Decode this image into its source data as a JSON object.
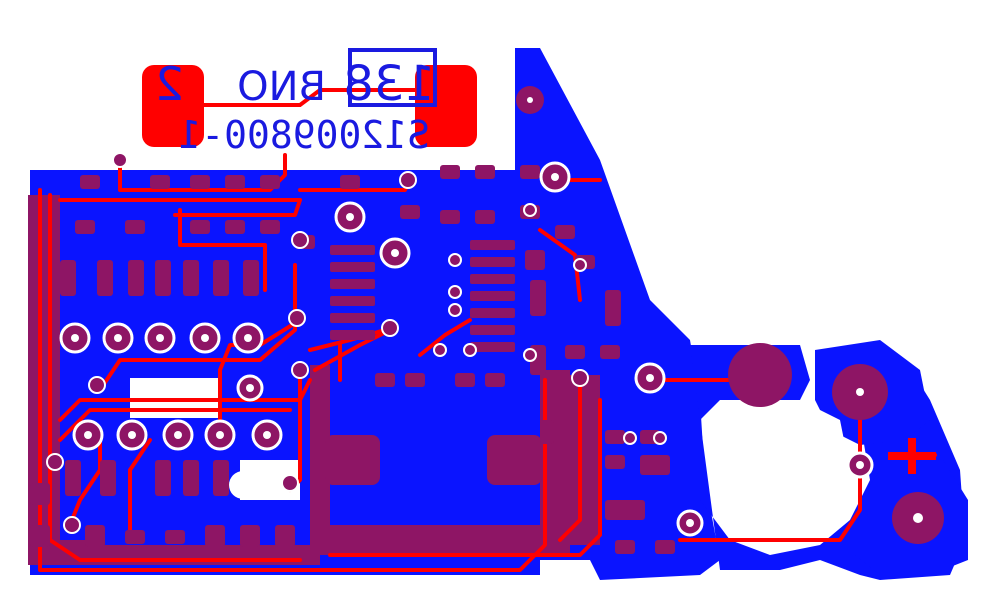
{
  "board": {
    "silkscreen": {
      "label_left": "2",
      "label_mid": "BNO",
      "label_id": "138",
      "part_number": "S12009800-1"
    },
    "polarity_mark": "+"
  },
  "colors": {
    "copper_pour": "#0a14ff",
    "pad": "#8e1565",
    "trace": "#ff0000",
    "silk": "#1a1ae0",
    "drill": "#ffffff"
  }
}
